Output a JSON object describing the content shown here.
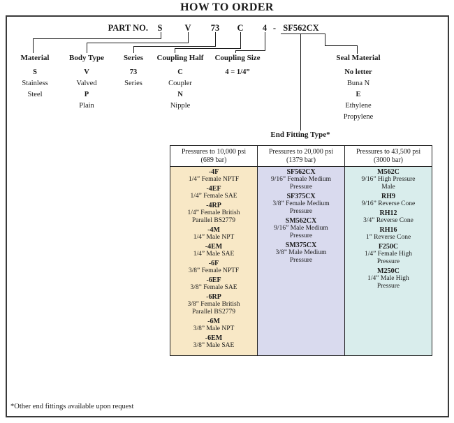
{
  "title": "HOW TO ORDER",
  "part_no": {
    "label": "PART NO.",
    "segments": [
      "S",
      "V",
      "73",
      "C",
      "4",
      "-",
      "SF562CX"
    ]
  },
  "fields": [
    {
      "label": "Material",
      "lines": [
        {
          "text": "S",
          "bold": true
        },
        {
          "text": "Stainless",
          "bold": false
        },
        {
          "text": "Steel",
          "bold": false
        }
      ]
    },
    {
      "label": "Body Type",
      "lines": [
        {
          "text": "V",
          "bold": true
        },
        {
          "text": "Valved",
          "bold": false
        },
        {
          "text": "P",
          "bold": true
        },
        {
          "text": "Plain",
          "bold": false
        }
      ]
    },
    {
      "label": "Series",
      "lines": [
        {
          "text": "73",
          "bold": true
        },
        {
          "text": "Series",
          "bold": false
        }
      ]
    },
    {
      "label": "Coupling Half",
      "lines": [
        {
          "text": "C",
          "bold": true
        },
        {
          "text": "Coupler",
          "bold": false
        },
        {
          "text": "N",
          "bold": true
        },
        {
          "text": "Nipple",
          "bold": false
        }
      ]
    },
    {
      "label": "Coupling Size",
      "lines": [
        {
          "text": "4 = 1/4”",
          "bold": true
        }
      ]
    },
    {
      "label": "Seal Material",
      "lines": [
        {
          "text": "No letter",
          "bold": true
        },
        {
          "text": "Buna N",
          "bold": false
        },
        {
          "text": "E",
          "bold": true
        },
        {
          "text": "Ethylene",
          "bold": false
        },
        {
          "text": "Propylene",
          "bold": false
        }
      ]
    }
  ],
  "end_fitting": {
    "label": "End Fitting Type*",
    "columns": [
      {
        "header": [
          "Pressures to 10,000 psi",
          "(689 bar)"
        ],
        "bg": "#f8e8c6",
        "items": [
          {
            "code": "-4F",
            "desc": [
              "1/4” Female NPTF"
            ]
          },
          {
            "code": "-4EF",
            "desc": [
              "1/4” Female SAE"
            ]
          },
          {
            "code": "-4RP",
            "desc": [
              "1/4” Female British",
              "Parallel BS2779"
            ]
          },
          {
            "code": "-4M",
            "desc": [
              "1/4” Male NPT"
            ]
          },
          {
            "code": "-4EM",
            "desc": [
              "1/4” Male SAE"
            ]
          },
          {
            "code": "-6F",
            "desc": [
              "3/8” Female NPTF"
            ]
          },
          {
            "code": "-6EF",
            "desc": [
              "3/8” Female SAE"
            ]
          },
          {
            "code": "-6RP",
            "desc": [
              "3/8” Female British",
              "Parallel BS2779"
            ]
          },
          {
            "code": "-6M",
            "desc": [
              "3/8” Male NPT"
            ]
          },
          {
            "code": "-6EM",
            "desc": [
              "3/8” Male SAE"
            ]
          }
        ]
      },
      {
        "header": [
          "Pressures to 20,000 psi",
          "(1379 bar)"
        ],
        "bg": "#d9daee",
        "items": [
          {
            "code": "SF562CX",
            "desc": [
              "9/16” Female Medium",
              "Pressure"
            ]
          },
          {
            "code": "SF375CX",
            "desc": [
              "3/8” Female Medium",
              "Pressure"
            ]
          },
          {
            "code": "SM562CX",
            "desc": [
              "9/16” Male Medium",
              "Pressure"
            ]
          },
          {
            "code": "SM375CX",
            "desc": [
              "3/8” Male Medium",
              "Pressure"
            ]
          }
        ]
      },
      {
        "header": [
          "Pressures to 43,500 psi",
          "(3000 bar)"
        ],
        "bg": "#d9edec",
        "items": [
          {
            "code": "M562C",
            "desc": [
              "9/16” High Pressure",
              "Male"
            ]
          },
          {
            "code": "RH9",
            "desc": [
              "9/16” Reverse Cone"
            ]
          },
          {
            "code": "RH12",
            "desc": [
              "3/4” Reverse Cone"
            ]
          },
          {
            "code": "RH16",
            "desc": [
              "1” Reverse Cone"
            ]
          },
          {
            "code": "F250C",
            "desc": [
              "1/4” Female High",
              "Pressure"
            ]
          },
          {
            "code": "M250C",
            "desc": [
              "1/4” Male High",
              "Pressure"
            ]
          }
        ]
      }
    ]
  },
  "footnote": "*Other end fittings available upon request"
}
